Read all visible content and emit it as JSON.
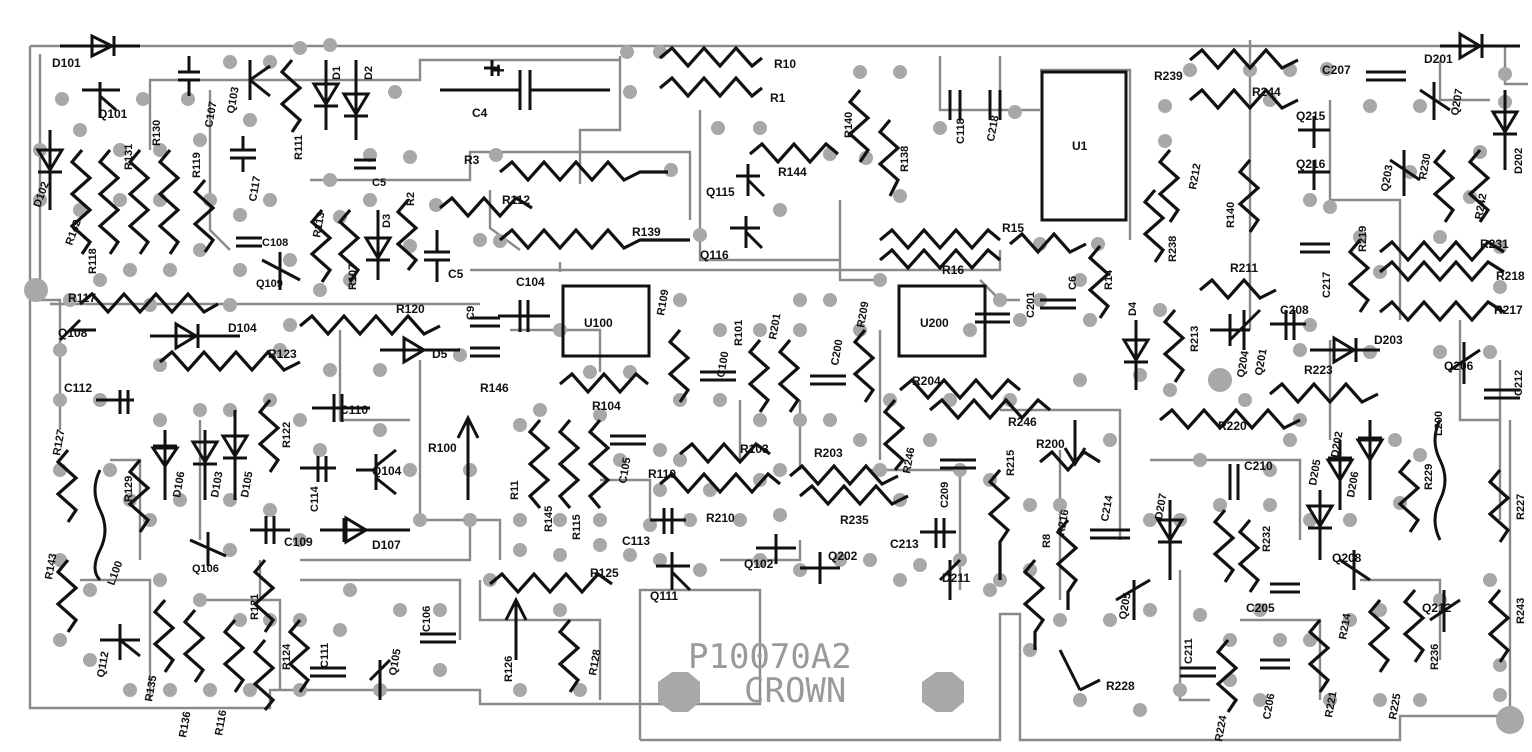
{
  "board": {
    "part_number": "P10070A2",
    "maker": "CROWN",
    "polarity_mark": "+"
  },
  "colors": {
    "ink": "#111111",
    "trace": "#8a8a8a",
    "pad": "#a8a8a8",
    "board_text": "#9a9a9a",
    "paper": "#ffffff"
  },
  "labels": {
    "D101": "D101",
    "Q101": "Q101",
    "D102": "D102",
    "R142": "R142",
    "R131": "R131",
    "R130": "R130",
    "R118": "R118",
    "R119": "R119",
    "C107": "C107",
    "Q103": "Q103",
    "R111": "R111",
    "D1": "D1",
    "D2": "D2",
    "C4": "C4",
    "C117": "C117",
    "C108": "C108",
    "R113": "R113",
    "R107": "R107",
    "D3": "D3",
    "R2": "R2",
    "C5": "C5",
    "C5b": "C5",
    "R3": "R3",
    "R112": "R112",
    "Q109": "Q109",
    "R117": "R117",
    "Q108": "Q108",
    "D104": "D104",
    "R120": "R120",
    "R123": "R123",
    "C112": "C112",
    "R127": "R127",
    "R129": "R129",
    "D106": "D106",
    "D103": "D103",
    "D105": "D105",
    "R122": "R122",
    "C110": "C110",
    "Q104": "Q104",
    "C114": "C114",
    "C109": "C109",
    "D107": "D107",
    "L100": "L100",
    "Q106": "Q106",
    "R143": "R143",
    "Q112": "Q112",
    "R135": "R135",
    "R136": "R136",
    "R116": "R116",
    "R121": "R121",
    "R124": "R124",
    "C111": "C111",
    "Q105": "Q105",
    "C106": "C106",
    "D5": "D5",
    "C9": "C9",
    "C104": "C104",
    "R146": "R146",
    "R100": "R100",
    "R11": "R11",
    "R145": "R145",
    "R115": "R115",
    "R10": "R10",
    "R1": "R1",
    "R140a": "R140",
    "R144": "R144",
    "Q115": "Q115",
    "R139": "R139",
    "Q116": "Q116",
    "U100": "U100",
    "R109": "R109",
    "R101": "R101",
    "C100": "C100",
    "R201": "R201",
    "C200": "C200",
    "R209": "R209",
    "R104": "R104",
    "C105": "C105",
    "R103": "R103",
    "R110": "R110",
    "R210": "R210",
    "C113": "C113",
    "Q111": "Q111",
    "Q102": "Q102",
    "Q202": "Q202",
    "R125": "R125",
    "R126": "R126",
    "R128": "R128",
    "R138": "R138",
    "C118": "C118",
    "C218": "C218",
    "U1": "U1",
    "R15": "R15",
    "R16": "R16",
    "R14": "R14",
    "U200": "U200",
    "C201": "C201",
    "C6": "C6",
    "D4": "D4",
    "R204": "R204",
    "R246": "R246",
    "R246b": "R246",
    "R200": "R200",
    "R203": "R203",
    "R235": "R235",
    "R215": "R215",
    "C209": "C209",
    "C213": "C213",
    "D211": "D211",
    "R8": "R8",
    "R216": "R216",
    "C214": "C214",
    "D207": "D207",
    "R239": "R239",
    "R244": "R244",
    "R212": "R212",
    "R238": "R238",
    "R140b": "R140",
    "R213": "R213",
    "Q204": "Q204",
    "Q201": "Q201",
    "R211": "R211",
    "Q215": "Q215",
    "Q216": "Q216",
    "C217": "C217",
    "C208": "C208",
    "C207": "C207",
    "D201": "D201",
    "Q207": "Q207",
    "Q203": "Q203",
    "R230": "R230",
    "R242": "R242",
    "D202": "D202",
    "R219": "R219",
    "R231": "R231",
    "R218": "R218",
    "R217": "R217",
    "D203": "D203",
    "Q206": "Q206",
    "R223": "R223",
    "C212": "C212",
    "R220": "R220",
    "C210": "C210",
    "R232": "R232",
    "D202b": "D202",
    "D205": "D205",
    "D206": "D206",
    "L200": "L200",
    "R229": "R229",
    "Q208": "Q208",
    "R227": "R227",
    "Q205": "Q205",
    "C205": "C205",
    "Q212": "Q212",
    "R243": "R243",
    "R236": "R236",
    "R225": "R225",
    "R214": "R214",
    "R221": "R221",
    "C206": "C206",
    "C211": "C211",
    "R228": "R228",
    "R224": "R224"
  }
}
